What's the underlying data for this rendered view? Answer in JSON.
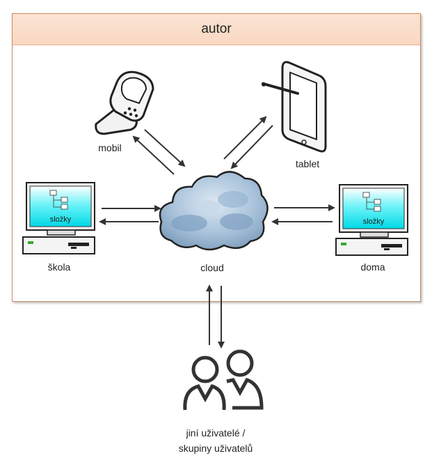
{
  "frame": {
    "title": "autor"
  },
  "devices": {
    "mobil": "mobil",
    "tablet": "tablet",
    "skola": "škola",
    "doma": "doma",
    "cloud": "cloud",
    "screen_label_left": "složky",
    "screen_label_right": "složky"
  },
  "users": {
    "line1": "jiní uživatelé /",
    "line2": "skupiny uživatelů"
  },
  "colors": {
    "frame_border": "#c98a5c",
    "header_fill": "#f9d8c3",
    "screen_fill": "#00e5ee",
    "cloud_fill": "#9fb9d4",
    "arrow": "#333333"
  }
}
